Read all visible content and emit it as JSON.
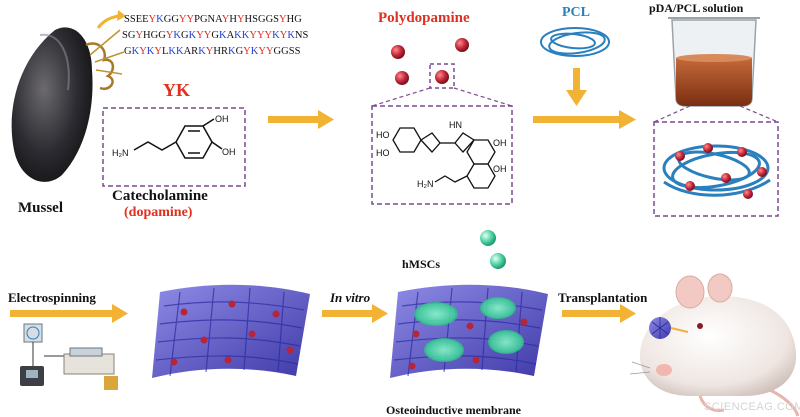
{
  "colors": {
    "arrow": "#f2b233",
    "red": "#e0301e",
    "blue_residue": "#1f3fd1",
    "dashed_box": "#7b4a8f",
    "fiber": "#2a7fbf",
    "particle": "#b5263a",
    "cell": "#3fcf9a",
    "membrane": "#5a55c9"
  },
  "labels": {
    "mussel": "Mussel",
    "yk": "YK",
    "catecholamine": "Catecholamine",
    "dopamine": "(dopamine)",
    "polydopamine": "Polydopamine",
    "pcl": "PCL",
    "solution": "pDA/PCL solution",
    "hmscs": "hMSCs",
    "electrospinning": "Electrospinning",
    "in_vitro": "In vitro",
    "transplantation": "Transplantation",
    "membrane": "Osteoinductive membrane",
    "watermark": "SCIENCEAG.COM"
  },
  "sequence_lines": [
    "SSEEYKGGYYPGNAYHYHSGGSYHG",
    "SGYHGGYKGKYYGKAKKYYYKYKNS",
    "GKYKYLKKARKYHRKGYKYYGGSS"
  ],
  "chemistry": {
    "oh": "OH",
    "ho": "HO",
    "h2n": "H₂N",
    "hn": "HN"
  },
  "icons": [
    "mussel-icon",
    "beaker-icon",
    "fiber-coil-icon",
    "membrane-icon",
    "electrospinning-device-icon",
    "mouse-icon"
  ]
}
